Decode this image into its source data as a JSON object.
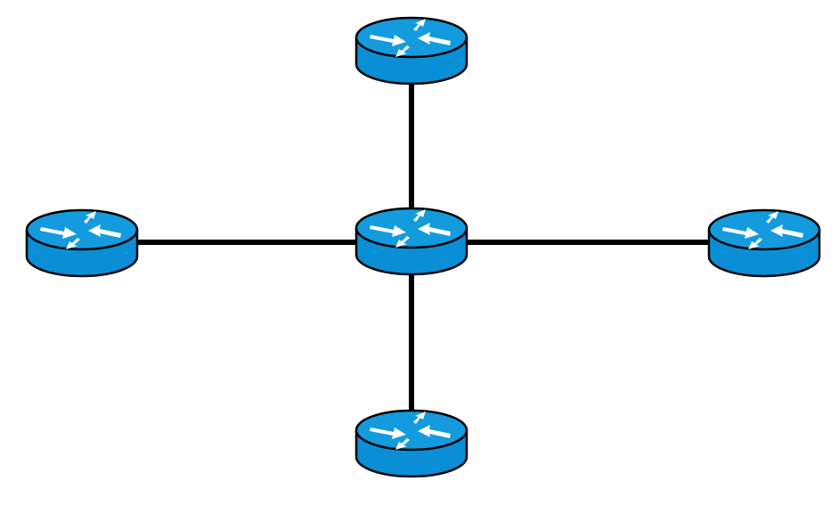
{
  "diagram": {
    "topology": "star",
    "background_color": "#ffffff",
    "link_color": "#000000",
    "router_colors": {
      "body": "#0a8fd6",
      "top": "#139bde",
      "outline": "#000000",
      "arrows": "#ffffff"
    },
    "nodes": [
      {
        "id": "router-center",
        "role": "hub",
        "icon": "router-icon"
      },
      {
        "id": "router-top",
        "role": "spoke",
        "icon": "router-icon"
      },
      {
        "id": "router-left",
        "role": "spoke",
        "icon": "router-icon"
      },
      {
        "id": "router-right",
        "role": "spoke",
        "icon": "router-icon"
      },
      {
        "id": "router-bottom",
        "role": "spoke",
        "icon": "router-icon"
      }
    ],
    "links": [
      {
        "from": "router-center",
        "to": "router-top"
      },
      {
        "from": "router-center",
        "to": "router-left"
      },
      {
        "from": "router-center",
        "to": "router-right"
      },
      {
        "from": "router-center",
        "to": "router-bottom"
      }
    ]
  }
}
